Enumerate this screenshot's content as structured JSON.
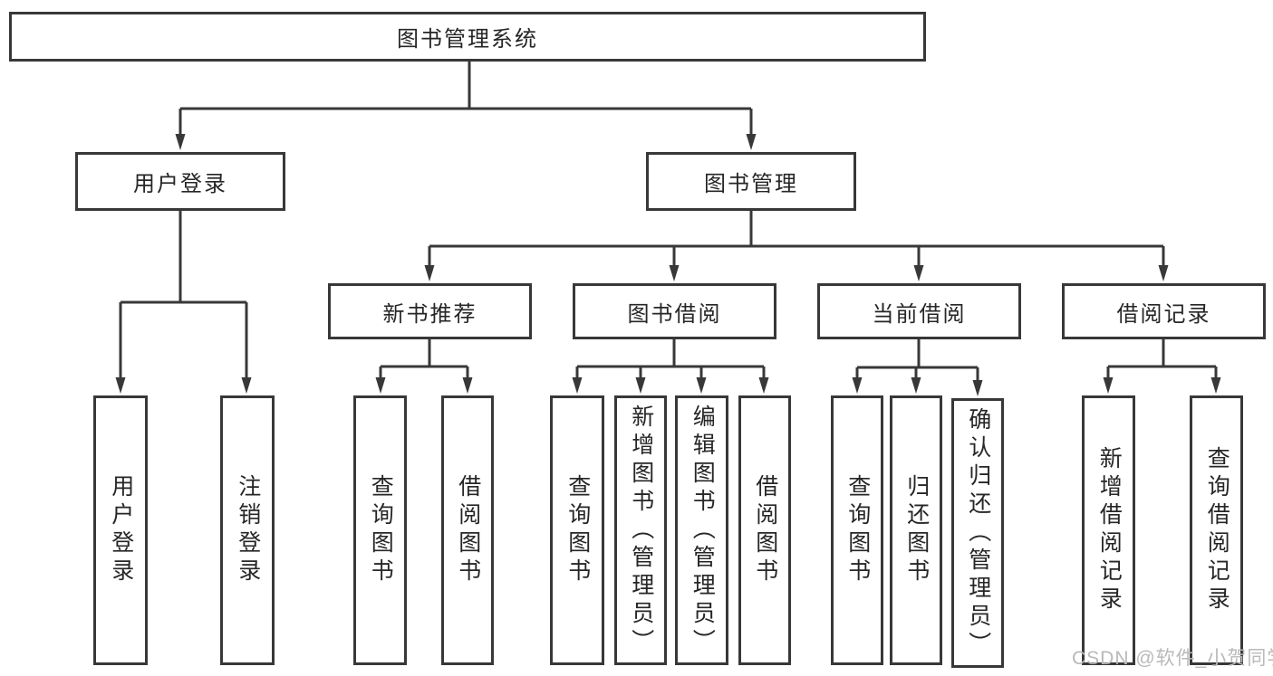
{
  "diagram": {
    "root": "图书管理系统",
    "branches": [
      {
        "label": "用户登录",
        "children": [
          "用户登录",
          "注销登录"
        ]
      },
      {
        "label": "图书管理",
        "subbranches": [
          {
            "label": "新书推荐",
            "children": [
              "查询图书",
              "借阅图书"
            ]
          },
          {
            "label": "图书借阅",
            "children": [
              "查询图书",
              "新增图书（管理员）",
              "编辑图书（管理员）",
              "借阅图书"
            ]
          },
          {
            "label": "当前借阅",
            "children": [
              "查询图书",
              "归还图书",
              "确认归还（管理员）"
            ]
          },
          {
            "label": "借阅记录",
            "children": [
              "新增借阅记录",
              "查询借阅记录"
            ]
          }
        ]
      }
    ]
  },
  "watermark": "CSDN @软件_小贺同学",
  "colors": {
    "line": "#383838",
    "text": "#262626",
    "watermark": "#b9b9b9",
    "background": "#ffffff"
  }
}
